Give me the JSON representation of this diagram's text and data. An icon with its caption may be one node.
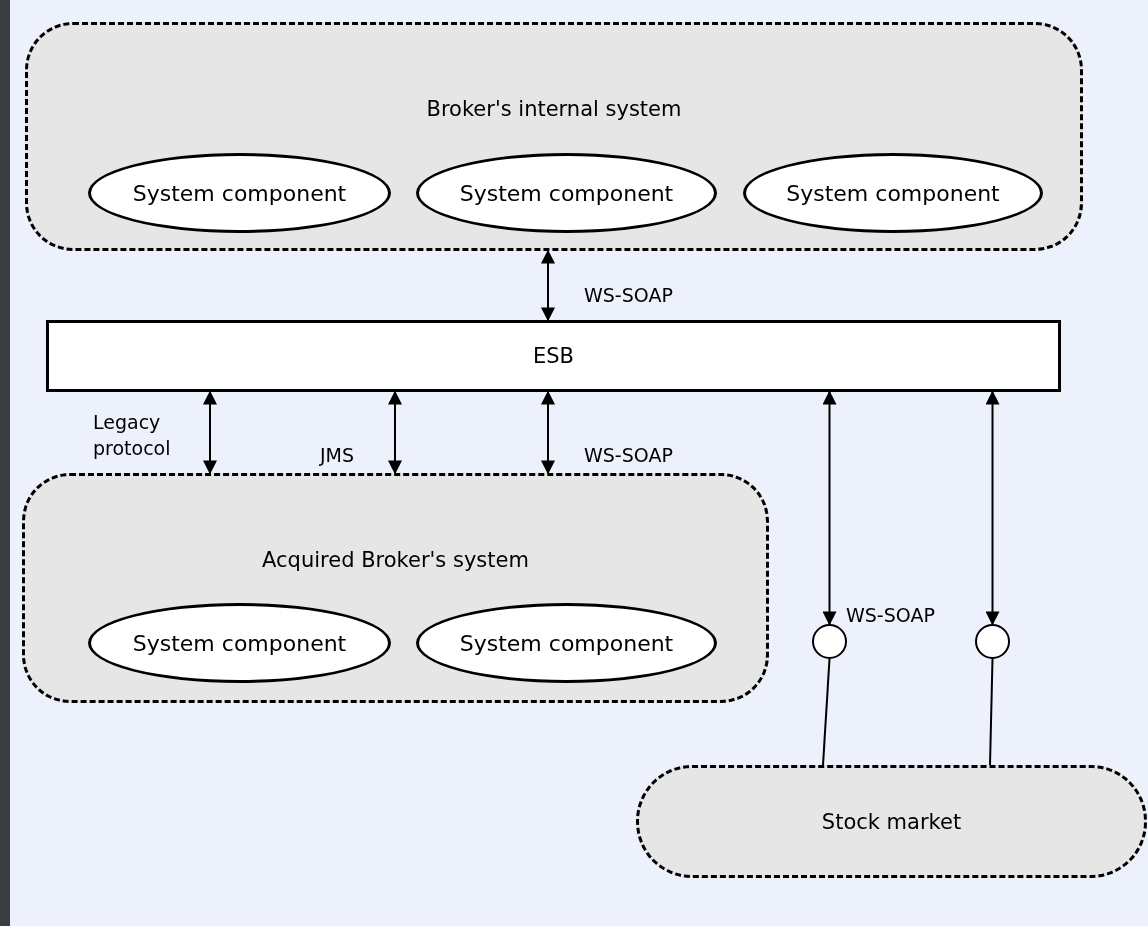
{
  "diagram": {
    "nodes": [
      {
        "text": [
          "Broker's internal system"
        ]
      },
      {
        "text": [
          "System component"
        ],
        "in": 0
      },
      {
        "text": [
          "System component"
        ],
        "in": 0
      },
      {
        "text": [
          "System component"
        ],
        "in": 0
      },
      {
        "text": [
          "ESB"
        ]
      },
      {
        "text": [
          "Acquired Broker's system"
        ]
      },
      {
        "text": [
          "System component"
        ],
        "in": 5
      },
      {
        "text": [
          "System component"
        ],
        "in": 5
      },
      {
        "text": [],
        "shape": "circle"
      },
      {
        "text": [],
        "shape": "circle"
      },
      {
        "text": [
          "Stock market"
        ]
      }
    ],
    "edges": [
      {
        "from": 0,
        "to": 4,
        "arrow": "both",
        "label": "WS-SOAP"
      },
      {
        "from": 4,
        "to": 5,
        "arrow": "both",
        "label": "Legacy protocol"
      },
      {
        "from": 4,
        "to": 5,
        "arrow": "both",
        "label": "JMS"
      },
      {
        "from": 4,
        "to": 5,
        "arrow": "both",
        "label": "WS-SOAP"
      },
      {
        "from": 4,
        "to": 8,
        "arrow": "both",
        "label": "WS-SOAP"
      },
      {
        "from": 4,
        "to": 9,
        "arrow": "both"
      },
      {
        "from": 8,
        "to": 10,
        "arrow": "none"
      },
      {
        "from": 9,
        "to": 10,
        "arrow": "none"
      }
    ]
  }
}
